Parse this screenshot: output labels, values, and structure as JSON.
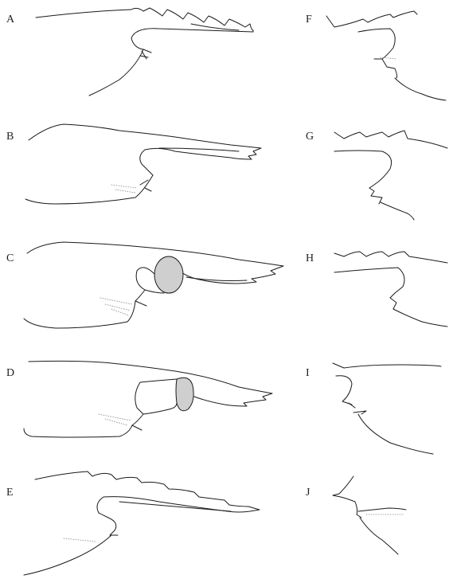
{
  "panels": [
    {
      "label": "A"
    },
    {
      "label": "B"
    },
    {
      "label": "C"
    },
    {
      "label": "D"
    },
    {
      "label": "E"
    },
    {
      "label": "F"
    },
    {
      "label": "G"
    },
    {
      "label": "H"
    },
    {
      "label": "I"
    },
    {
      "label": "J"
    }
  ],
  "colors": {
    "line": "#1a1a1a",
    "shading": "#cfcfcf",
    "background": "#ffffff"
  }
}
